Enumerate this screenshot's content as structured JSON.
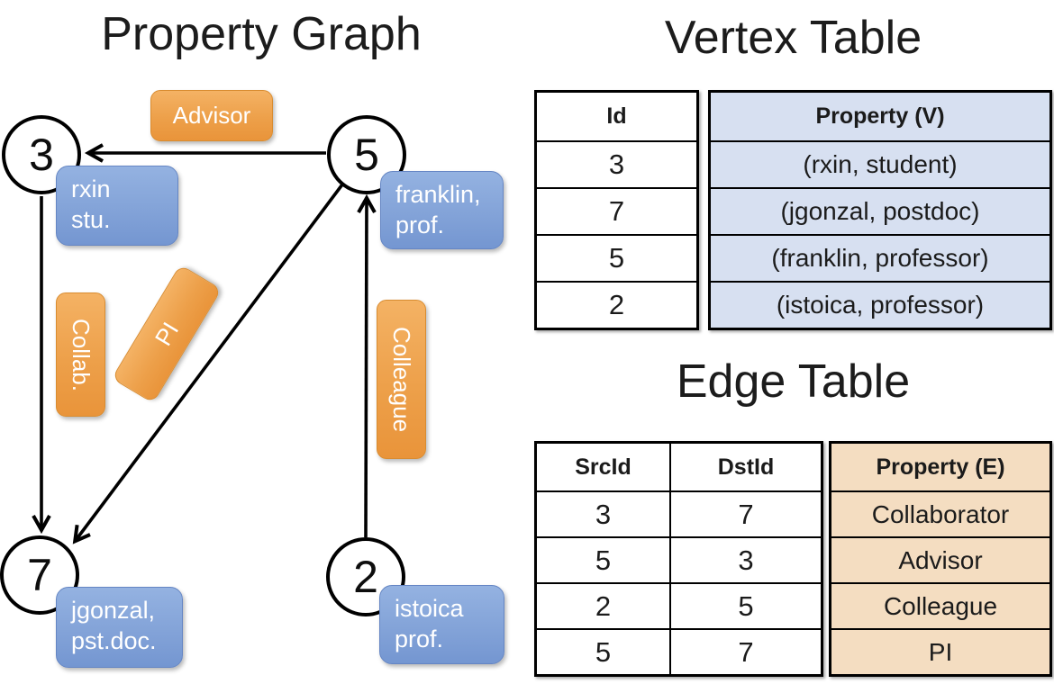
{
  "graph": {
    "title": "Property Graph",
    "nodes": [
      {
        "id": "3",
        "property": {
          "line1": "rxin",
          "line2": "stu."
        }
      },
      {
        "id": "5",
        "property": {
          "line1": "franklin,",
          "line2": "prof."
        }
      },
      {
        "id": "7",
        "property": {
          "line1": "jgonzal,",
          "line2": "pst.doc."
        }
      },
      {
        "id": "2",
        "property": {
          "line1": "istoica",
          "line2": "prof."
        }
      }
    ],
    "edge_labels": {
      "advisor": "Advisor",
      "collab": "Collab.",
      "pi": "PI",
      "colleague": "Colleague"
    }
  },
  "vertex_table": {
    "title": "Vertex Table",
    "columns": {
      "id": "Id",
      "property": "Property (V)"
    },
    "rows": [
      {
        "id": "3",
        "property": "(rxin, student)"
      },
      {
        "id": "7",
        "property": "(jgonzal, postdoc)"
      },
      {
        "id": "5",
        "property": "(franklin, professor)"
      },
      {
        "id": "2",
        "property": "(istoica, professor)"
      }
    ]
  },
  "edge_table": {
    "title": "Edge Table",
    "columns": {
      "src": "SrcId",
      "dst": "DstId",
      "property": "Property (E)"
    },
    "rows": [
      {
        "src": "3",
        "dst": "7",
        "property": "Collaborator"
      },
      {
        "src": "5",
        "dst": "3",
        "property": "Advisor"
      },
      {
        "src": "2",
        "dst": "5",
        "property": "Colleague"
      },
      {
        "src": "5",
        "dst": "7",
        "property": "PI"
      }
    ]
  },
  "colors": {
    "edge_label_orange": "#ed9f49",
    "vertex_box_blue": "#83a3d8",
    "vertex_table_fill": "#d7e0f1",
    "edge_table_fill": "#f4ddc1",
    "line_black": "#000000"
  }
}
